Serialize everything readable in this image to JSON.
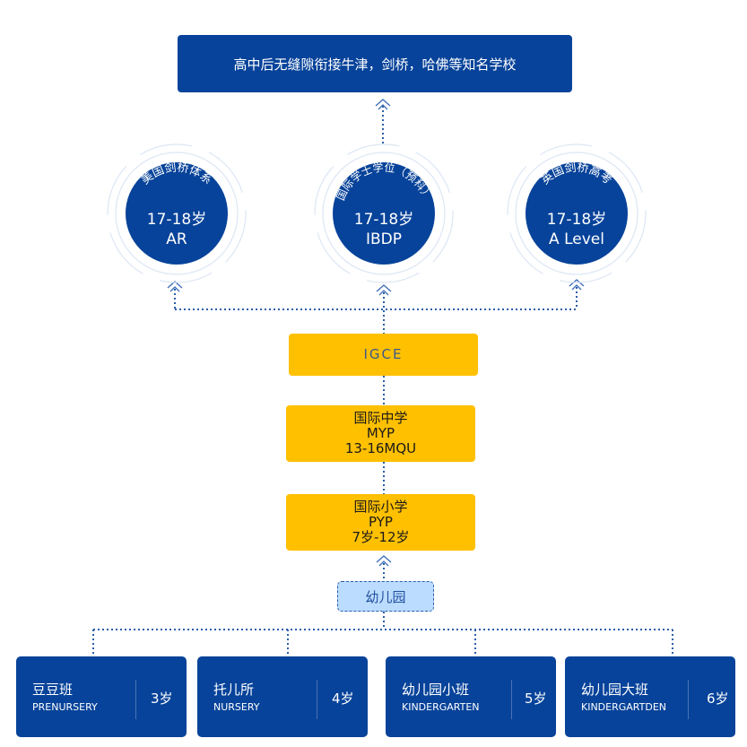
{
  "top_box": "高中后无缝隙衔接牛津，剑桥，哈佛等知名学校",
  "circles": [
    {
      "arc": "美国剑桥体系",
      "age": "17-18岁",
      "code": "AR"
    },
    {
      "arc": "国际学士学位（预科）",
      "age": "17-18岁",
      "code": "IBDP"
    },
    {
      "arc": "英国剑桥高考",
      "age": "17-18岁",
      "code": "A Level"
    }
  ],
  "igce": "IGCE",
  "middle": {
    "l1": "国际中学",
    "l2": "MYP",
    "l3": "13-16MQU"
  },
  "primary": {
    "l1": "国际小学",
    "l2": "PYP",
    "l3": "7岁-12岁"
  },
  "kindergarten": "幼儿园",
  "cards": [
    {
      "cn": "豆豆班",
      "en": "PRENURSERY",
      "age": "3岁"
    },
    {
      "cn": "托儿所",
      "en": "NURSERY",
      "age": "4岁"
    },
    {
      "cn": "幼儿园小班",
      "en": "KINDERGARTEN",
      "age": "5岁"
    },
    {
      "cn": "幼儿园大班",
      "en": "KINDERGARTDEN",
      "age": "6岁"
    }
  ],
  "colors": {
    "blue": "#07439a",
    "yellow": "#ffc000",
    "light": "#bcdcff"
  }
}
